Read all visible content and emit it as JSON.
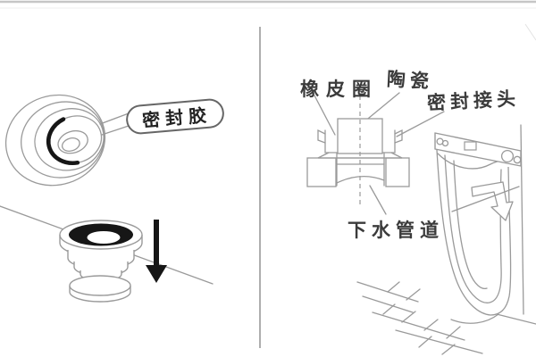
{
  "colors": {
    "line": "#9a9a9a",
    "ink": "#161616",
    "text": "#3b3b3b",
    "capsule-border": "#666666",
    "hairline": "#c6c6c6",
    "bg": "#ffffff"
  },
  "left_panel": {
    "sealant_tube_label": "密封胶"
  },
  "right_panel": {
    "labels": {
      "rubber_ring": "橡皮圈",
      "ceramic": "陶瓷",
      "seal_joint": "密封接头",
      "drain_pipe": "下水管道"
    }
  }
}
